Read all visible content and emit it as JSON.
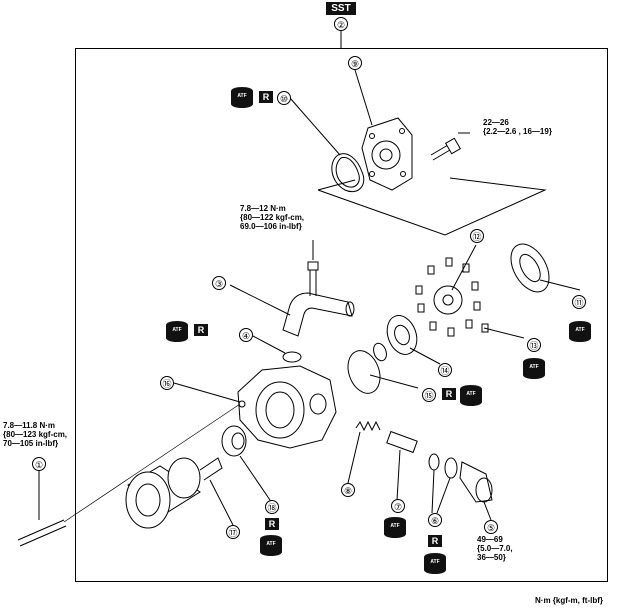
{
  "sst_label": "SST",
  "frame_label": "②",
  "callouts": {
    "c1": "①",
    "c3": "③",
    "c4": "④",
    "c5": "⑤",
    "c6": "⑥",
    "c7": "⑦",
    "c8": "⑧",
    "c9": "⑨",
    "c10": "⑩",
    "c11": "⑪",
    "c12": "⑫",
    "c13": "⑬",
    "c14": "⑭",
    "c15": "⑮",
    "c16": "⑯",
    "c17": "⑰",
    "c18": "⑱"
  },
  "r_label": "R",
  "atf_label": "ATF",
  "torques": {
    "t22": "22—26\n{2.2—2.6 , 16—19}",
    "t78_top": "7.8—12 N·m\n{80—122 kgf-cm,\n69.0—106 in-lbf}",
    "t78_left": "7.8—11.8 N·m\n{80—123 kgf-cm,\n70—105 in-lbf}",
    "t49": "49—69\n{5.0—7.0,\n36—50}"
  },
  "units": "N·m {kgf-m, ft-lbf}"
}
